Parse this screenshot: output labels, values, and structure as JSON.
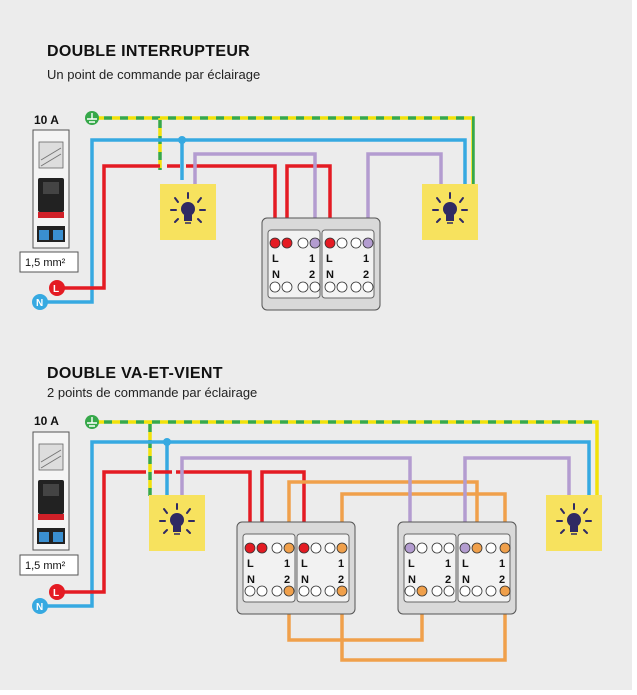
{
  "colors": {
    "phase": "#e41b23",
    "neutral": "#36a9e1",
    "earth_yellow": "#f2e20a",
    "earth_green": "#36a84a",
    "switch_return": "#b39cd0",
    "traveler": "#f0a04b",
    "lamp_box": "#f7e25e",
    "background": "#ececec"
  },
  "sections": [
    {
      "title": "DOUBLE INTERRUPTEUR",
      "subtitle": "Un point de commande par éclairage",
      "breaker_rating": "10 A",
      "cable_section": "1,5 mm²",
      "phase_marker": "L",
      "neutral_marker": "N",
      "switches": [
        {
          "terminal_L": "L",
          "terminal_1": "1",
          "terminal_N": "N",
          "terminal_2": "2"
        },
        {
          "terminal_L": "L",
          "terminal_1": "1",
          "terminal_N": "N",
          "terminal_2": "2"
        }
      ]
    },
    {
      "title": "DOUBLE VA-ET-VIENT",
      "subtitle": "2 points de commande par éclairage",
      "breaker_rating": "10 A",
      "cable_section": "1,5 mm²",
      "phase_marker": "L",
      "neutral_marker": "N",
      "switches": [
        {
          "terminal_L": "L",
          "terminal_1": "1",
          "terminal_N": "N",
          "terminal_2": "2"
        },
        {
          "terminal_L": "L",
          "terminal_1": "1",
          "terminal_N": "N",
          "terminal_2": "2"
        },
        {
          "terminal_L": "L",
          "terminal_1": "1",
          "terminal_N": "N",
          "terminal_2": "2"
        },
        {
          "terminal_L": "L",
          "terminal_1": "1",
          "terminal_N": "N",
          "terminal_2": "2"
        }
      ]
    }
  ]
}
